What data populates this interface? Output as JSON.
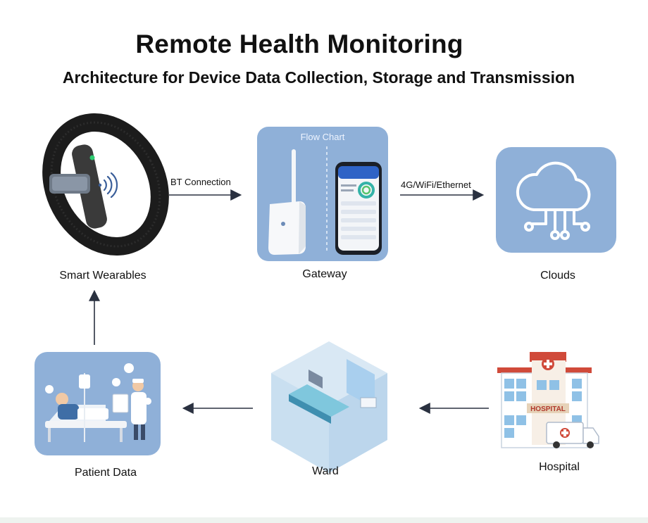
{
  "title": "Remote Health Monitoring",
  "subtitle": "Architecture for Device Data Collection, Storage and Transmission",
  "nodes": {
    "wearables": {
      "label": "Smart Wearables"
    },
    "gateway": {
      "label": "Gateway",
      "header": "Flow Chart"
    },
    "clouds": {
      "label": "Clouds"
    },
    "hospital": {
      "label": "Hospital",
      "sign": "HOSPITAL"
    },
    "ward": {
      "label": "Ward"
    },
    "patient": {
      "label": "Patient Data"
    }
  },
  "edges": {
    "bt": "BT Connection",
    "net": "4G/WiFi/Ethernet"
  },
  "icons": [
    "wristband-icon",
    "wifi-signal-icon",
    "gateway-device-icon",
    "smartphone-icon",
    "cloud-network-icon",
    "hospital-building-icon",
    "ambulance-icon",
    "ward-room-icon",
    "patient-bed-icon",
    "doctor-icon"
  ],
  "colors": {
    "tile_blue": "#8fb0d8",
    "arrow": "#2a3140"
  }
}
